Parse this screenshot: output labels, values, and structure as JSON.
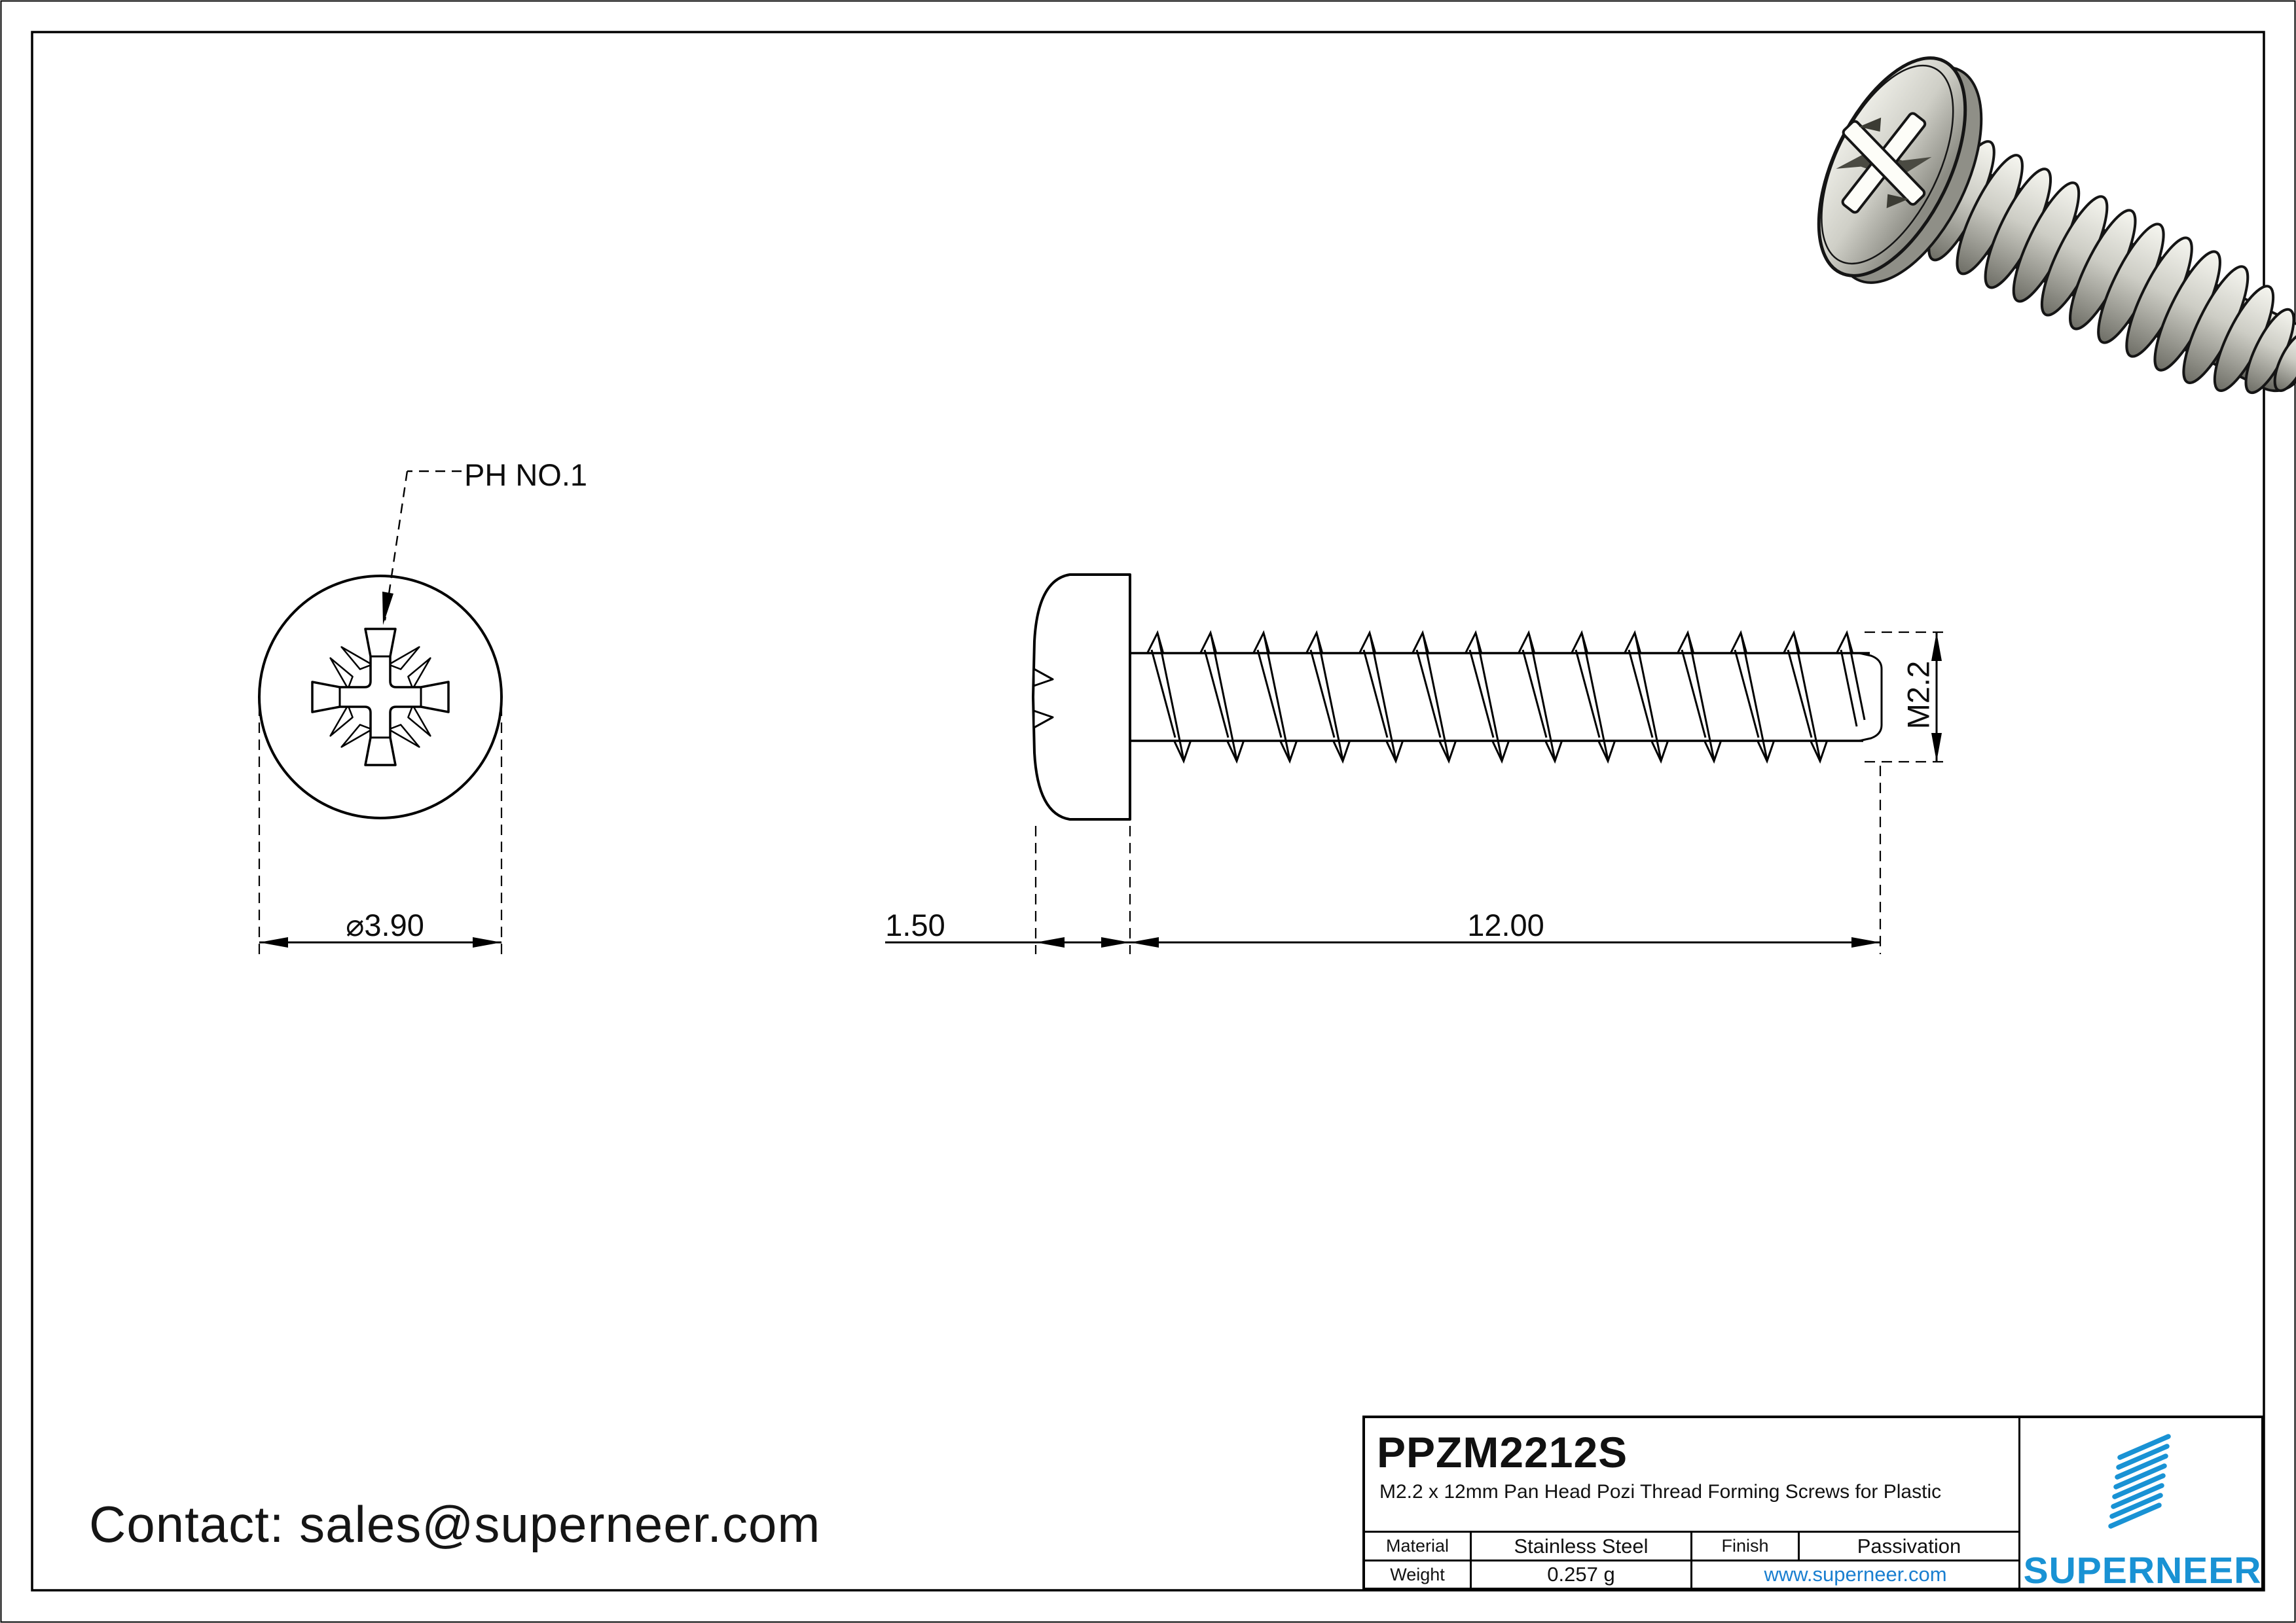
{
  "drawing": {
    "front_view": {
      "drive_label": "PH NO.1",
      "diameter_symbol": "⌀",
      "head_diameter": "3.90"
    },
    "side_view": {
      "head_height": "1.50",
      "thread_length": "12.00",
      "thread_spec": "M2.2"
    }
  },
  "contact": {
    "text": "Contact: sales@superneer.com"
  },
  "title_block": {
    "part_number": "PPZM2212S",
    "description": "M2.2 x 12mm Pan Head Pozi Thread Forming Screws for Plastic",
    "material_label": "Material",
    "material_value": "Stainless Steel",
    "finish_label": "Finish",
    "finish_value": "Passivation",
    "weight_label": "Weight",
    "weight_value": "0.257 g",
    "website": "www.superneer.com",
    "brand": "SUPERNEER"
  },
  "icons": {
    "brand_flag_icon": "diagonal-stripes-flag",
    "pozi_drive_icon": "pozidriv-cross"
  },
  "colors": {
    "brand_blue": "#1992d4",
    "link_blue": "#1a7fd0",
    "line_black": "#000000"
  }
}
